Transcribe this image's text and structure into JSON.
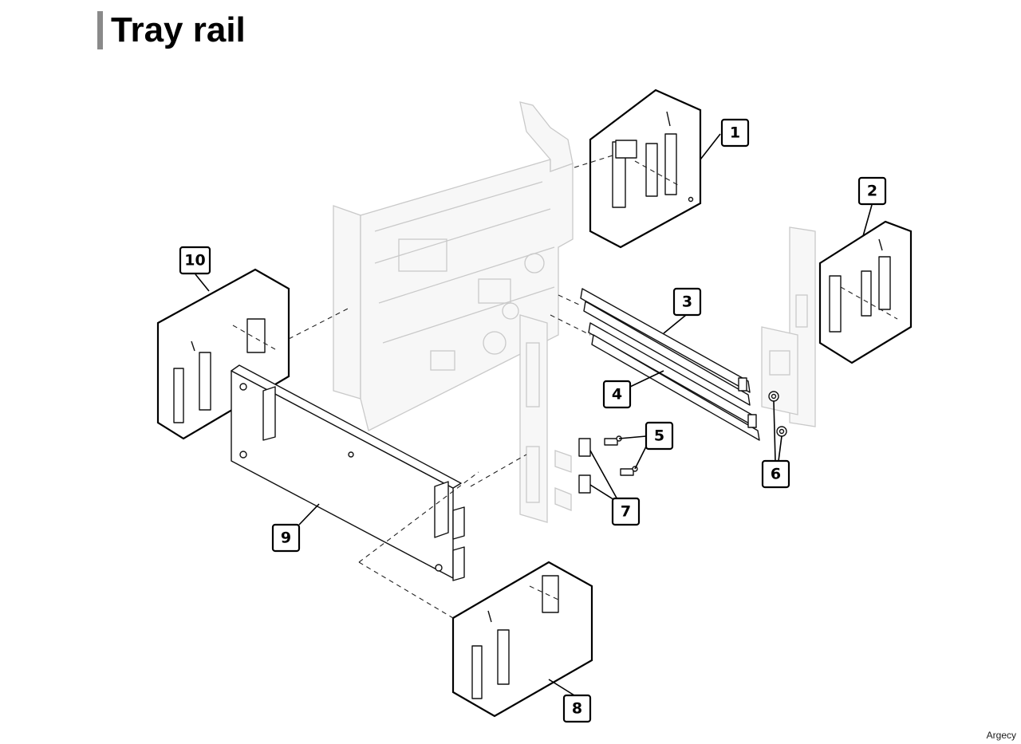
{
  "page": {
    "title": "Tray rail",
    "watermark": "Argecy",
    "accent_bar_color": "#8a8a8a"
  },
  "callouts": [
    "1",
    "2",
    "3",
    "4",
    "5",
    "6",
    "7",
    "8",
    "9",
    "10"
  ]
}
